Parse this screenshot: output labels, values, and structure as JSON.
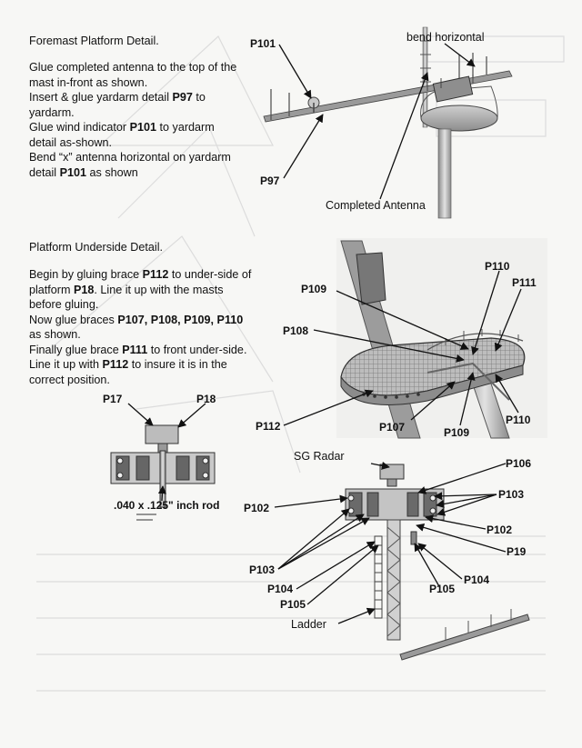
{
  "section1": {
    "heading": "Foremast Platform Detail.",
    "steps": [
      [
        "Glue completed antenna to the top of the mast in-front as shown."
      ],
      [
        "Insert & glue yardarm detail ",
        "P97",
        " to yardarm."
      ],
      [
        "Glue wind indicator ",
        "P101",
        " to yardarm detail as-shown."
      ],
      [
        "Bend “x” antenna horizontal on yardarm detail ",
        "P101",
        " as shown"
      ]
    ]
  },
  "section2": {
    "heading": "Platform Underside Detail.",
    "steps": [
      [
        "Begin by gluing brace ",
        "P112",
        " to under-side of platform ",
        "P18",
        ". Line it up with the masts before gluing."
      ],
      [
        "Now glue braces ",
        "P107, P108, P109, P110",
        " as shown."
      ],
      [
        "Finally glue brace ",
        "P111",
        " to front under-side. Line it up with ",
        "P112",
        " to insure it is in the correct position."
      ]
    ]
  },
  "callouts1": {
    "p101": "P101",
    "bend": "bend horizontal",
    "p97": "P97",
    "antenna": "Completed Antenna"
  },
  "callouts2": {
    "p110a": "P110",
    "p111": "P111",
    "p109a": "P109",
    "p108": "P108",
    "p112": "P112",
    "p107": "P107",
    "p109b": "P109",
    "p110b": "P110"
  },
  "callouts3": {
    "p17": "P17",
    "p18": "P18",
    "rod": ".040 x .125\" inch rod"
  },
  "callouts4": {
    "sg": "SG Radar",
    "p106": "P106",
    "p103a": "P103",
    "p102a": "P102",
    "p102b": "P102",
    "p19": "P19",
    "p104a": "P104",
    "p103b": "P103",
    "p104b": "P104",
    "p105a": "P105",
    "p105b": "P105",
    "ladder": "Ladder"
  },
  "colors": {
    "ink": "#111111",
    "metal": "#a9a9a9",
    "metalDark": "#6e6e6e",
    "ghost": "#d6d6d6",
    "paper": "#f7f7f5"
  }
}
